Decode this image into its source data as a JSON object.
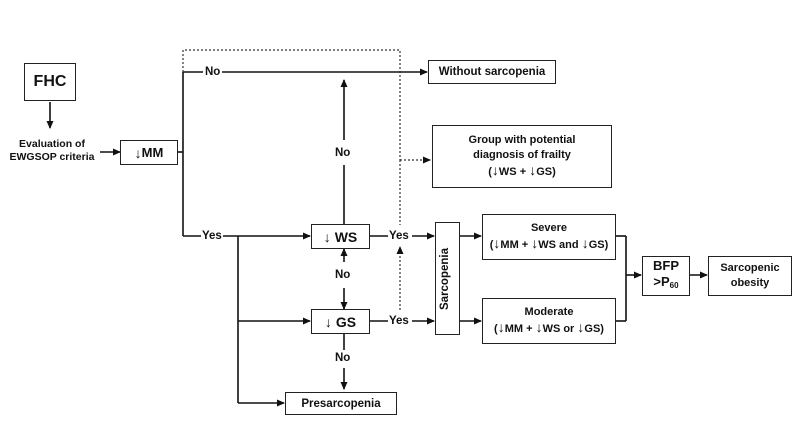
{
  "nodes": {
    "fhc": "FHC",
    "evaluation_line1": "Evaluation of",
    "evaluation_line2": "EWGSOP criteria",
    "mm": "MM",
    "ws": "WS",
    "gs": "GS",
    "without_sarcopenia": "Without sarcopenia",
    "frailty_line1": "Group with potential",
    "frailty_line2": "diagnosis of frailty",
    "frailty_line3_a": "(",
    "frailty_line3_b": "WS  +",
    "frailty_line3_c": "GS)",
    "sarcopenia": "Sarcopenia",
    "severe_title": "Severe",
    "severe_detail_a": "(",
    "severe_detail_b": "MM +",
    "severe_detail_c": "WS and",
    "severe_detail_d": "GS)",
    "moderate_title": "Moderate",
    "moderate_detail_a": "(",
    "moderate_detail_b": "MM +",
    "moderate_detail_c": "WS or",
    "moderate_detail_d": "GS)",
    "bfp": "BFP",
    "p60_prefix": ">P",
    "p60_sub": "60",
    "sarcopenic_obesity_line1": "Sarcopenic",
    "sarcopenic_obesity_line2": "obesity",
    "presarcopenia": "Presarcopenia"
  },
  "edge_labels": {
    "no_top": "No",
    "yes_left": "Yes",
    "no_ws_up": "No",
    "no_ws_gs": "No",
    "no_gs_down": "No",
    "yes_ws": "Yes",
    "yes_gs": "Yes"
  },
  "symbols": {
    "decrease": "↓"
  }
}
